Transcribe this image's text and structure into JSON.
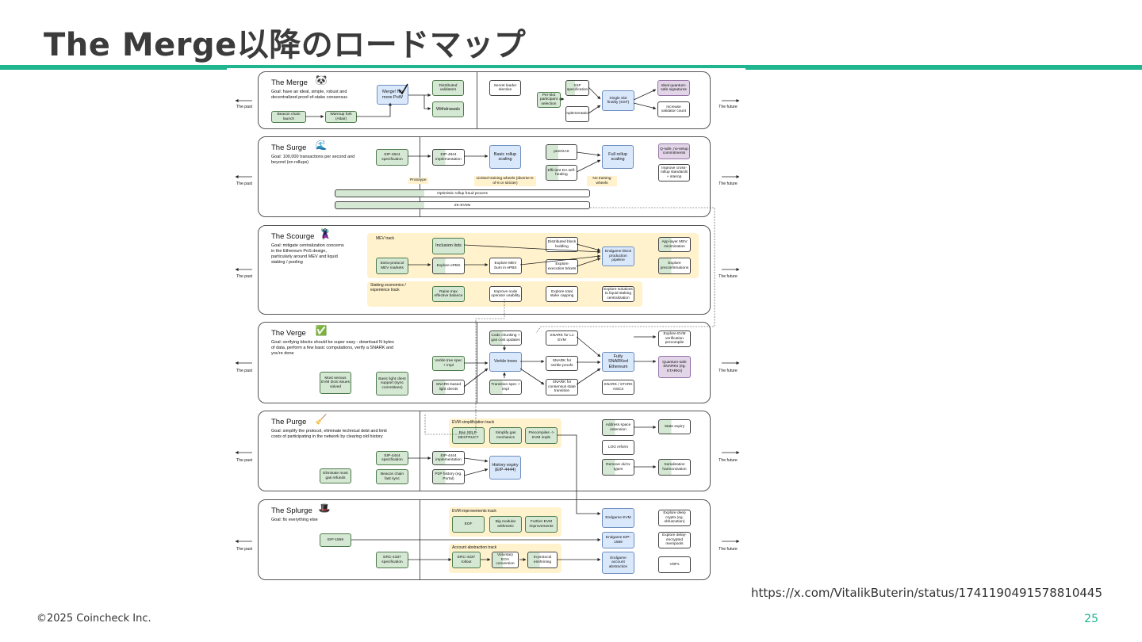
{
  "slide": {
    "title": "The Merge以降のロードマップ",
    "source_url": "https://x.com/VitalikButerin/status/1741190491578810445",
    "copyright": "©2025 Coincheck Inc.",
    "page_number": "25",
    "accent_color": "#1fb58f"
  },
  "diagram": {
    "past_label": "The past",
    "future_label": "The future",
    "panels": [
      {
        "title": "The Merge",
        "icon": "panda-icon",
        "emoji": "🐼",
        "goal": "Goal: have an ideal, simple, robust and decentralized proof-of-stake consensus",
        "nodes": [
          "Beacon chain launch",
          "Warmup fork (Altair)",
          "Merge! No more PoW",
          "Distributed validators",
          "Withdrawals",
          "Secret leader election",
          "Per-slot participant selection",
          "SSF specification",
          "Implementation",
          "Single slot finality (SSF)",
          "Ideal quantum-safe signatures",
          "Increase validator count"
        ]
      },
      {
        "title": "The Surge",
        "icon": "wave-icon",
        "emoji": "🌊",
        "goal": "Goal: 100,000 transactions per second and beyond (on rollups)",
        "nodes": [
          "EIP-4844 specification",
          "EIP-4844 implementation",
          "Basic rollup scaling",
          "peerDAS",
          "Efficient DA self-healing",
          "Full rollup scaling",
          "Q-safe, no-setup commitments",
          "Improve cross-rollup standards + interop"
        ],
        "notes": [
          "Prototype",
          "Limited training wheels (diverse 6-of-8 or stricter)",
          "No training wheels"
        ],
        "bars": [
          "Optimistic rollup fraud provers",
          "ZK-EVMs"
        ]
      },
      {
        "title": "The Scourge",
        "icon": "villain-icon",
        "emoji": "🦹",
        "goal": "Goal: mitigate centralization concerns in the Ethereum PoS design, particularly around MEV and liquid staking / pooling",
        "tracks": [
          "MEV track",
          "Staking economics / experience track"
        ],
        "nodes": [
          "Inclusion lists",
          "Extra-protocol MEV markets",
          "Explore ePBS",
          "Explore MEV burn in ePBS",
          "Distributed block building",
          "Explore execution tickets",
          "Endgame block production pipeline",
          "App-layer MEV minimization",
          "Explore preconfirmations",
          "Raise max effective balance",
          "Improve node operator usability",
          "Explore total stake capping",
          "Explore solutions to liquid staking centralization"
        ]
      },
      {
        "title": "The Verge",
        "icon": "check-icon",
        "emoji": "✅",
        "goal": "Goal: verifying blocks should be super easy - download N bytes of data, perform a few basic computations, verify a SNARK and you're done",
        "nodes": [
          "Most serious EVM DoS issues solved",
          "Basic light client support (sync committees)",
          "Verkle tree spec + impl",
          "SNARK-based light clients",
          "Code chunking + gas cost updates",
          "Verkle trees",
          "Transition spec + impl",
          "SNARK for L1 EVM",
          "SNARK for Verkle proofs",
          "SNARK for consensus state transition",
          "Fully SNARKed Ethereum",
          "SNARK / STARK ASICs",
          "Explore EVM verification precompile",
          "Quantum-safe SNARKs (eg. STARKs)"
        ]
      },
      {
        "title": "The Purge",
        "icon": "broom-icon",
        "emoji": "🧹",
        "goal": "Goal: simplify the protocol, eliminate technical debt and limit costs of participating in the network by clearing old history",
        "tracks": [
          "EVM simplification track"
        ],
        "nodes": [
          "EIP-4444 specification",
          "EIP-4444 implementation",
          "Eliminate most gas refunds",
          "Beacon chain fast sync",
          "P2P history (eg. Portal)",
          "History expiry (EIP-4444)",
          "Ban SELF-DESTRUCT",
          "Simplify gas mechanics",
          "Precompiles -> EVM impls",
          "Address space extension",
          "LOG reform",
          "Remove old tx types",
          "State expiry",
          "Serialization harmonization"
        ]
      },
      {
        "title": "The Splurge",
        "icon": "top-hat-icon",
        "emoji": "🎩",
        "goal": "Goal: fix everything else",
        "tracks": [
          "EVM improvements track",
          "Account abstraction track"
        ],
        "nodes": [
          "EIP-1559",
          "ERC-4337 specification",
          "EOF",
          "Big modular arithmetic",
          "Further EVM improvements",
          "ERC-4337 rollout",
          "Voluntary EOA conversion",
          "In-protocol enshrining",
          "Endgame EVM",
          "Endgame EIP-1559",
          "Endgame account abstraction",
          "Explore deep crypto (eg. obfuscation)",
          "Explore delay-encrypted mempools",
          "VDFs"
        ]
      }
    ]
  }
}
